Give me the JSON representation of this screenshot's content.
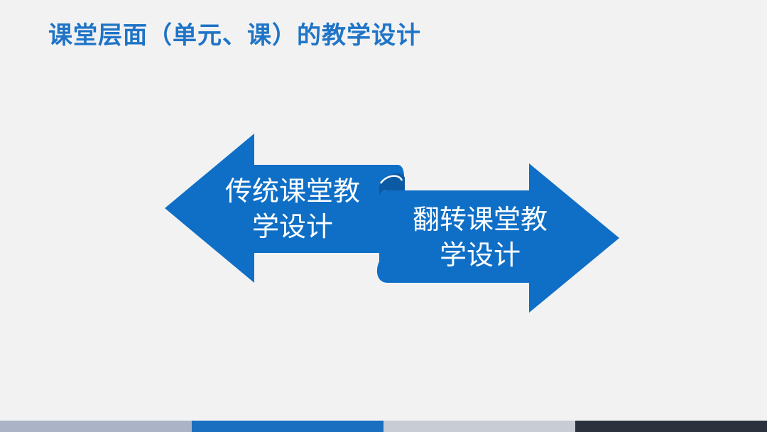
{
  "slide": {
    "title": "课堂层面（单元、课）的教学设计"
  },
  "diagram": {
    "left_arrow": {
      "line1": "传统课堂教",
      "line2": "学设计"
    },
    "right_arrow": {
      "line1": "翻转课堂教",
      "line2": "学设计"
    }
  },
  "colors": {
    "title": "#1f74c7",
    "arrow_fill": "#0f6fc6",
    "arrow_fold": "#0b5aa3",
    "background": "#f2f2f2",
    "bar_segments": [
      "#aab4c6",
      "#1a6fc0",
      "#c8ccd4",
      "#2b323d"
    ]
  }
}
